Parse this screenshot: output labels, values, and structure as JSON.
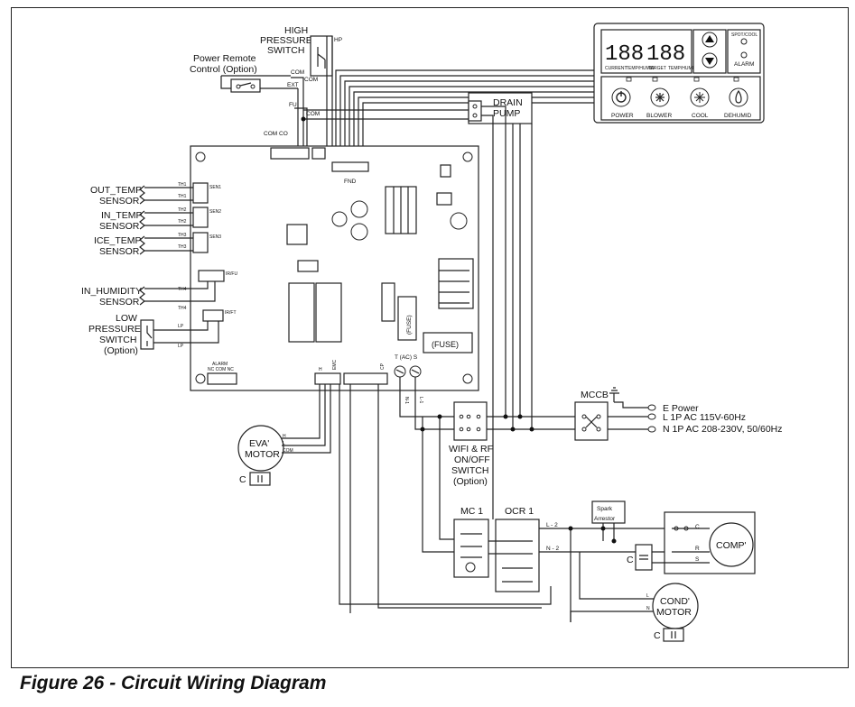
{
  "caption": "Figure 26 - Circuit Wiring Diagram",
  "control_panel": {
    "display_digits": [
      "188",
      "188"
    ],
    "display_current": "CURRENT",
    "display_temp_humid_1": "TEMP/HUMID",
    "display_target": "TARGET",
    "display_temp_humid_2": "TEMP/HUMID",
    "spot_cool": "SPOT/COOL",
    "alarm": "ALARM",
    "buttons": [
      "POWER",
      "BLOWER",
      "COOL",
      "DEHUMID"
    ]
  },
  "components": {
    "high_pressure_switch": [
      "HIGH",
      "PRESSURE",
      "SWITCH"
    ],
    "hp_tag": "HP",
    "power_remote": [
      "Power Remote",
      "Control (Option)"
    ],
    "drain_pump": [
      "DRAIN",
      "PUMP"
    ],
    "fnd": "FND",
    "out_temp": [
      "OUT_TEMP",
      "SENSOR"
    ],
    "in_temp": [
      "IN_TEMP",
      "SENSOR"
    ],
    "ice_temp": [
      "ICE_TEMP",
      "SENSOR"
    ],
    "in_humidity": [
      "IN_HUMIDITY",
      "SENSOR"
    ],
    "low_pressure": [
      "LOW",
      "PRESSURE",
      "SWITCH",
      "(Option)"
    ],
    "eva_motor": [
      "EVA'",
      "MOTOR"
    ],
    "wifi_switch": [
      "WIFI & RF",
      "ON/OFF",
      "SWITCH",
      "(Option)"
    ],
    "mccb": "MCCB",
    "mc1": "MC 1",
    "ocr1": "OCR 1",
    "spark_arrestor": [
      "Spark",
      "Arrestor"
    ],
    "comp": "COMP'",
    "cond_motor": [
      "COND'",
      "MOTOR"
    ],
    "fuse_1": "(FUSE)",
    "fuse_2": "(FUSE)"
  },
  "power": {
    "e": "E  Power",
    "l": "L   1P AC 115V-60Hz",
    "n": "N  1P AC 208-230V, 50/60Hz"
  },
  "pins": {
    "th1": "TH1",
    "th2": "TH2",
    "th3": "TH3",
    "th4": "TH4",
    "lp": "LP",
    "sen1": "SEN1",
    "sen2": "SEN2",
    "sen3": "SEN3",
    "ir_fu": "IR/FU",
    "ir_ft": "IR/FT",
    "alarm_hdr": "ALARM",
    "alarm_pins": "NC COM NC",
    "com": "COM",
    "ext": "EXT",
    "fu": "FU",
    "co": "CO",
    "h": "H",
    "l": "L",
    "c": "C",
    "r": "R",
    "s": "S",
    "n": "N",
    "l2": "L - 2",
    "n2": "N - 2",
    "t_ac_s": "T (AC) S",
    "n1": "N-1",
    "l1": "L-1",
    "cp": "CP",
    "emc": "EMC"
  }
}
